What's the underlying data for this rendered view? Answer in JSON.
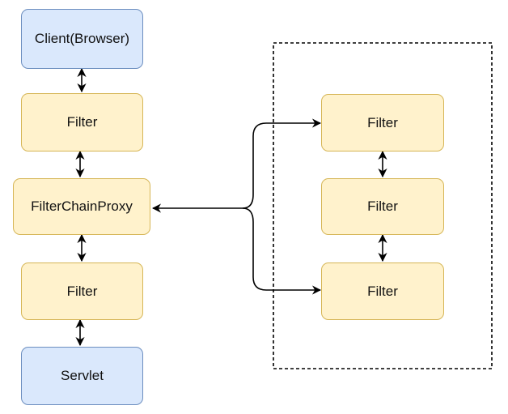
{
  "nodes": {
    "client": "Client(Browser)",
    "filter_top": "Filter",
    "proxy": "FilterChainProxy",
    "filter_bottom": "Filter",
    "servlet": "Servlet",
    "chain_filter_1": "Filter",
    "chain_filter_2": "Filter",
    "chain_filter_3": "Filter"
  },
  "colors": {
    "blue_fill": "#dae8fc",
    "blue_stroke": "#6c8ebf",
    "yellow_fill": "#fff2cc",
    "yellow_stroke": "#d6b656",
    "edge": "#000000"
  }
}
